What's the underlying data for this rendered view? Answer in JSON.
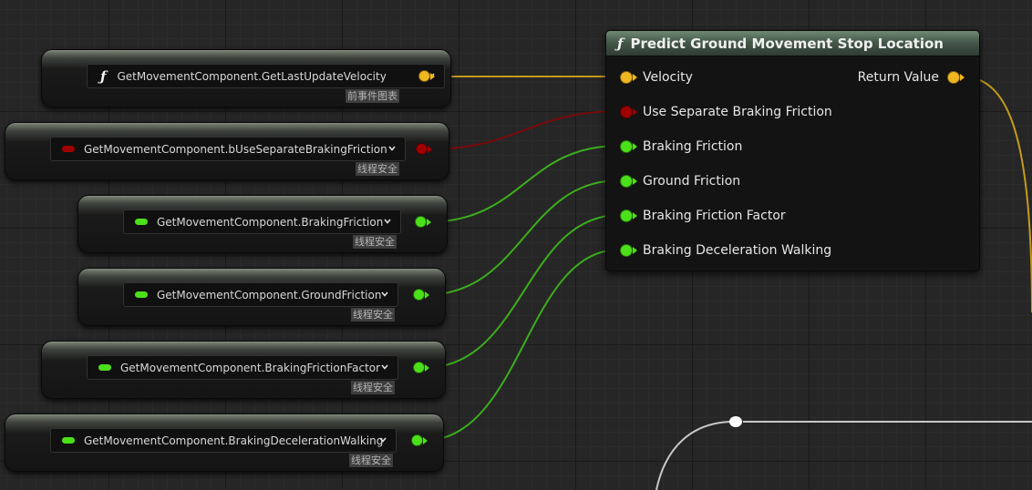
{
  "getters": [
    {
      "label": "GetMovementComponent.GetLastUpdateVelocity",
      "sublabel": "前事件图表",
      "icon": "function-icon",
      "color": "#f0b820"
    },
    {
      "label": "GetMovementComponent.bUseSeparateBrakingFriction",
      "sublabel": "线程安全",
      "icon": "bool-pill-icon",
      "color": "#a00000"
    },
    {
      "label": "GetMovementComponent.BrakingFriction",
      "sublabel": "线程安全",
      "icon": "float-pill-icon",
      "color": "#4ce01a"
    },
    {
      "label": "GetMovementComponent.GroundFriction",
      "sublabel": "线程安全",
      "icon": "float-pill-icon",
      "color": "#4ce01a"
    },
    {
      "label": "GetMovementComponent.BrakingFrictionFactor",
      "sublabel": "线程安全",
      "icon": "float-pill-icon",
      "color": "#4ce01a"
    },
    {
      "label": "GetMovementComponent.BrakingDecelerationWalking",
      "sublabel": "线程安全",
      "icon": "float-pill-icon",
      "color": "#4ce01a"
    }
  ],
  "function_node": {
    "title": "Predict Ground Movement Stop Location",
    "icon": "function-icon",
    "inputs": [
      {
        "label": "Velocity",
        "color": "#f0b820"
      },
      {
        "label": "Use Separate Braking Friction",
        "color": "#a00000"
      },
      {
        "label": "Braking Friction",
        "color": "#4ce01a"
      },
      {
        "label": "Ground Friction",
        "color": "#4ce01a"
      },
      {
        "label": "Braking Friction Factor",
        "color": "#4ce01a"
      },
      {
        "label": "Braking Deceleration Walking",
        "color": "#4ce01a"
      }
    ],
    "output": {
      "label": "Return Value",
      "color": "#f0b820"
    }
  },
  "colors": {
    "vector": "#f0b820",
    "bool": "#a00000",
    "float": "#4ce01a",
    "wire_vector": "#c49a1c",
    "wire_bool": "#7a0a0a",
    "wire_float": "#3cae1c",
    "wire_exec": "#c8c8c8"
  }
}
